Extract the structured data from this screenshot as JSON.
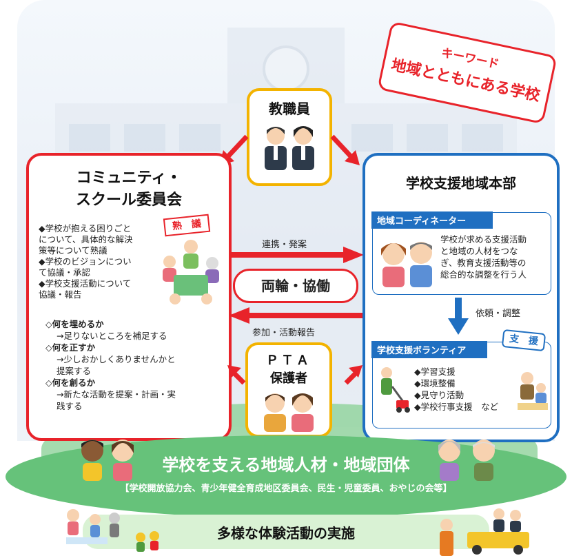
{
  "keyword": {
    "label": "キーワード",
    "text": "地域とともにある学校"
  },
  "faculty": {
    "title": "教職員"
  },
  "community_school": {
    "title_line1": "コミュニティ・",
    "title_line2": "スクール委員会",
    "tag": "熟　議",
    "bullets": [
      "◆学校が抱える困りごと",
      "について、具体的な解決",
      "策等について熟議",
      "◆学校のビジョンについ",
      "て協議・承認",
      "◆学校支援活動について",
      "協議・報告"
    ],
    "questions": [
      {
        "q": "◇何を埋めるか",
        "a": "→足りないところを補足する"
      },
      {
        "q": "◇何を正すか",
        "a": "→少しおかしくありませんかと",
        "a2": "提案する"
      },
      {
        "q": "◇何を創るか",
        "a": "→新たな活動を提案・計画・実",
        "a2": "践する"
      }
    ]
  },
  "center": {
    "arrow_top_label": "連携・発案",
    "rinbo": "両輪・協働",
    "arrow_bottom_label": "参加・活動報告"
  },
  "pta": {
    "title_line1": "ＰＴＡ",
    "title_line2": "保護者"
  },
  "support_hq": {
    "title": "学校支援地域本部",
    "coordinator_bar": "地域コーディネーター",
    "coordinator_text": [
      "学校が求める支援活動",
      "と地域の人材をつな",
      "ぎ、教育支援活動等の",
      "総合的な調整を行う人"
    ],
    "request_label": "依頼・調整",
    "volunteer_bar": "学校支援ボランティア",
    "tag": "支　援",
    "volunteer_items": [
      "◆学習支援",
      "◆環境整備",
      "◆見守り活動",
      "◆学校行事支援　など"
    ]
  },
  "community": {
    "title": "学校を支える地域人材・地域団体",
    "subtitle": "【学校開放協力会、青少年健全育成地区委員会、民生・児童委員、おやじの会等】"
  },
  "activities": {
    "title": "多様な体験活動の実施"
  },
  "colors": {
    "red": "#e8232a",
    "blue": "#1f6fc1",
    "yellow": "#f3b300",
    "green": "#66c27a"
  }
}
